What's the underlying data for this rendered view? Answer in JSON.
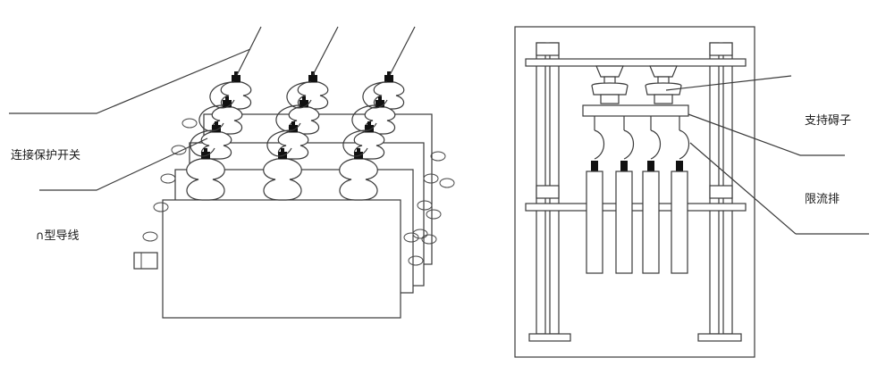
{
  "left_figure": {
    "labels": {
      "connection_switch": "连接保护开关",
      "u_conductor": "∩型导线"
    }
  },
  "right_figure": {
    "labels": {
      "support_insulator": "支持碍子",
      "current_limiting_bar": "限流排"
    }
  }
}
